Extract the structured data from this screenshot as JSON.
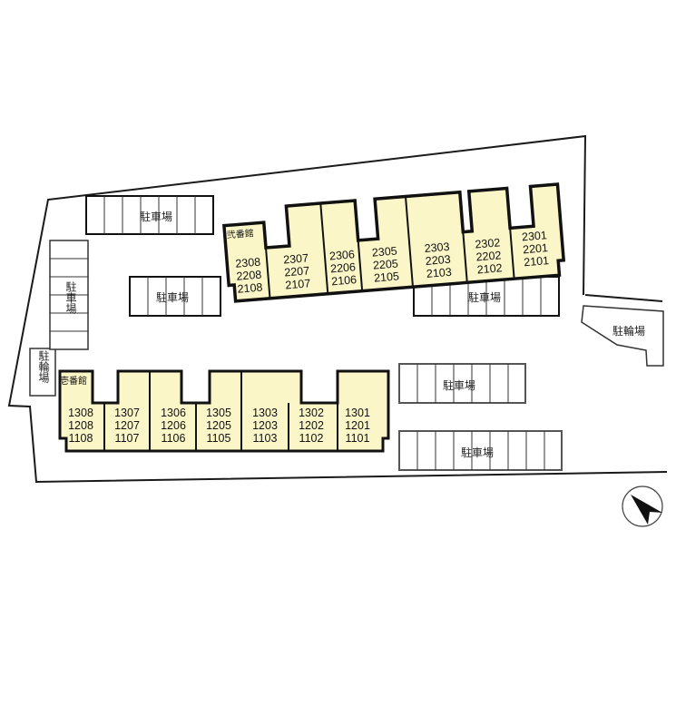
{
  "map": {
    "type": "site-layout-plan",
    "colors": {
      "building_fill": "#fbf6c8",
      "building_stroke": "#111111",
      "line": "#222222",
      "background": "#ffffff"
    }
  },
  "buildings": [
    {
      "name": "弐番館",
      "units": [
        {
          "nums": [
            "2308",
            "2208",
            "2108"
          ]
        },
        {
          "nums": [
            "2307",
            "2207",
            "2107"
          ]
        },
        {
          "nums": [
            "2306",
            "2206",
            "2106"
          ]
        },
        {
          "nums": [
            "2305",
            "2205",
            "2105"
          ]
        },
        {
          "nums": [
            "2303",
            "2203",
            "2103"
          ]
        },
        {
          "nums": [
            "2302",
            "2202",
            "2102"
          ]
        },
        {
          "nums": [
            "2301",
            "2201",
            "2101"
          ]
        }
      ]
    },
    {
      "name": "壱番館",
      "units": [
        {
          "nums": [
            "1308",
            "1208",
            "1108"
          ]
        },
        {
          "nums": [
            "1307",
            "1207",
            "1107"
          ]
        },
        {
          "nums": [
            "1306",
            "1206",
            "1106"
          ]
        },
        {
          "nums": [
            "1305",
            "1205",
            "1105"
          ]
        },
        {
          "nums": [
            "1303",
            "1203",
            "1103"
          ]
        },
        {
          "nums": [
            "1302",
            "1202",
            "1102"
          ]
        },
        {
          "nums": [
            "1301",
            "1201",
            "1101"
          ]
        }
      ]
    }
  ],
  "parking": [
    {
      "label": "駐車場",
      "spaces": 7,
      "position": "top-left"
    },
    {
      "label": "駐車場",
      "spaces": 6,
      "position": "left-vertical"
    },
    {
      "label": "駐車場",
      "spaces": 5,
      "position": "center-left"
    },
    {
      "label": "駐車場",
      "spaces": 8,
      "position": "right-upper"
    },
    {
      "label": "駐車場",
      "spaces": 7,
      "position": "right-middle"
    },
    {
      "label": "駐車場",
      "spaces": 9,
      "position": "right-lower"
    }
  ],
  "bicycle_parking": [
    {
      "label": "駐輪場",
      "position": "left"
    },
    {
      "label": "駐輪場",
      "position": "right"
    }
  ],
  "compass": {
    "label": "north-arrow",
    "direction": "southeast"
  }
}
